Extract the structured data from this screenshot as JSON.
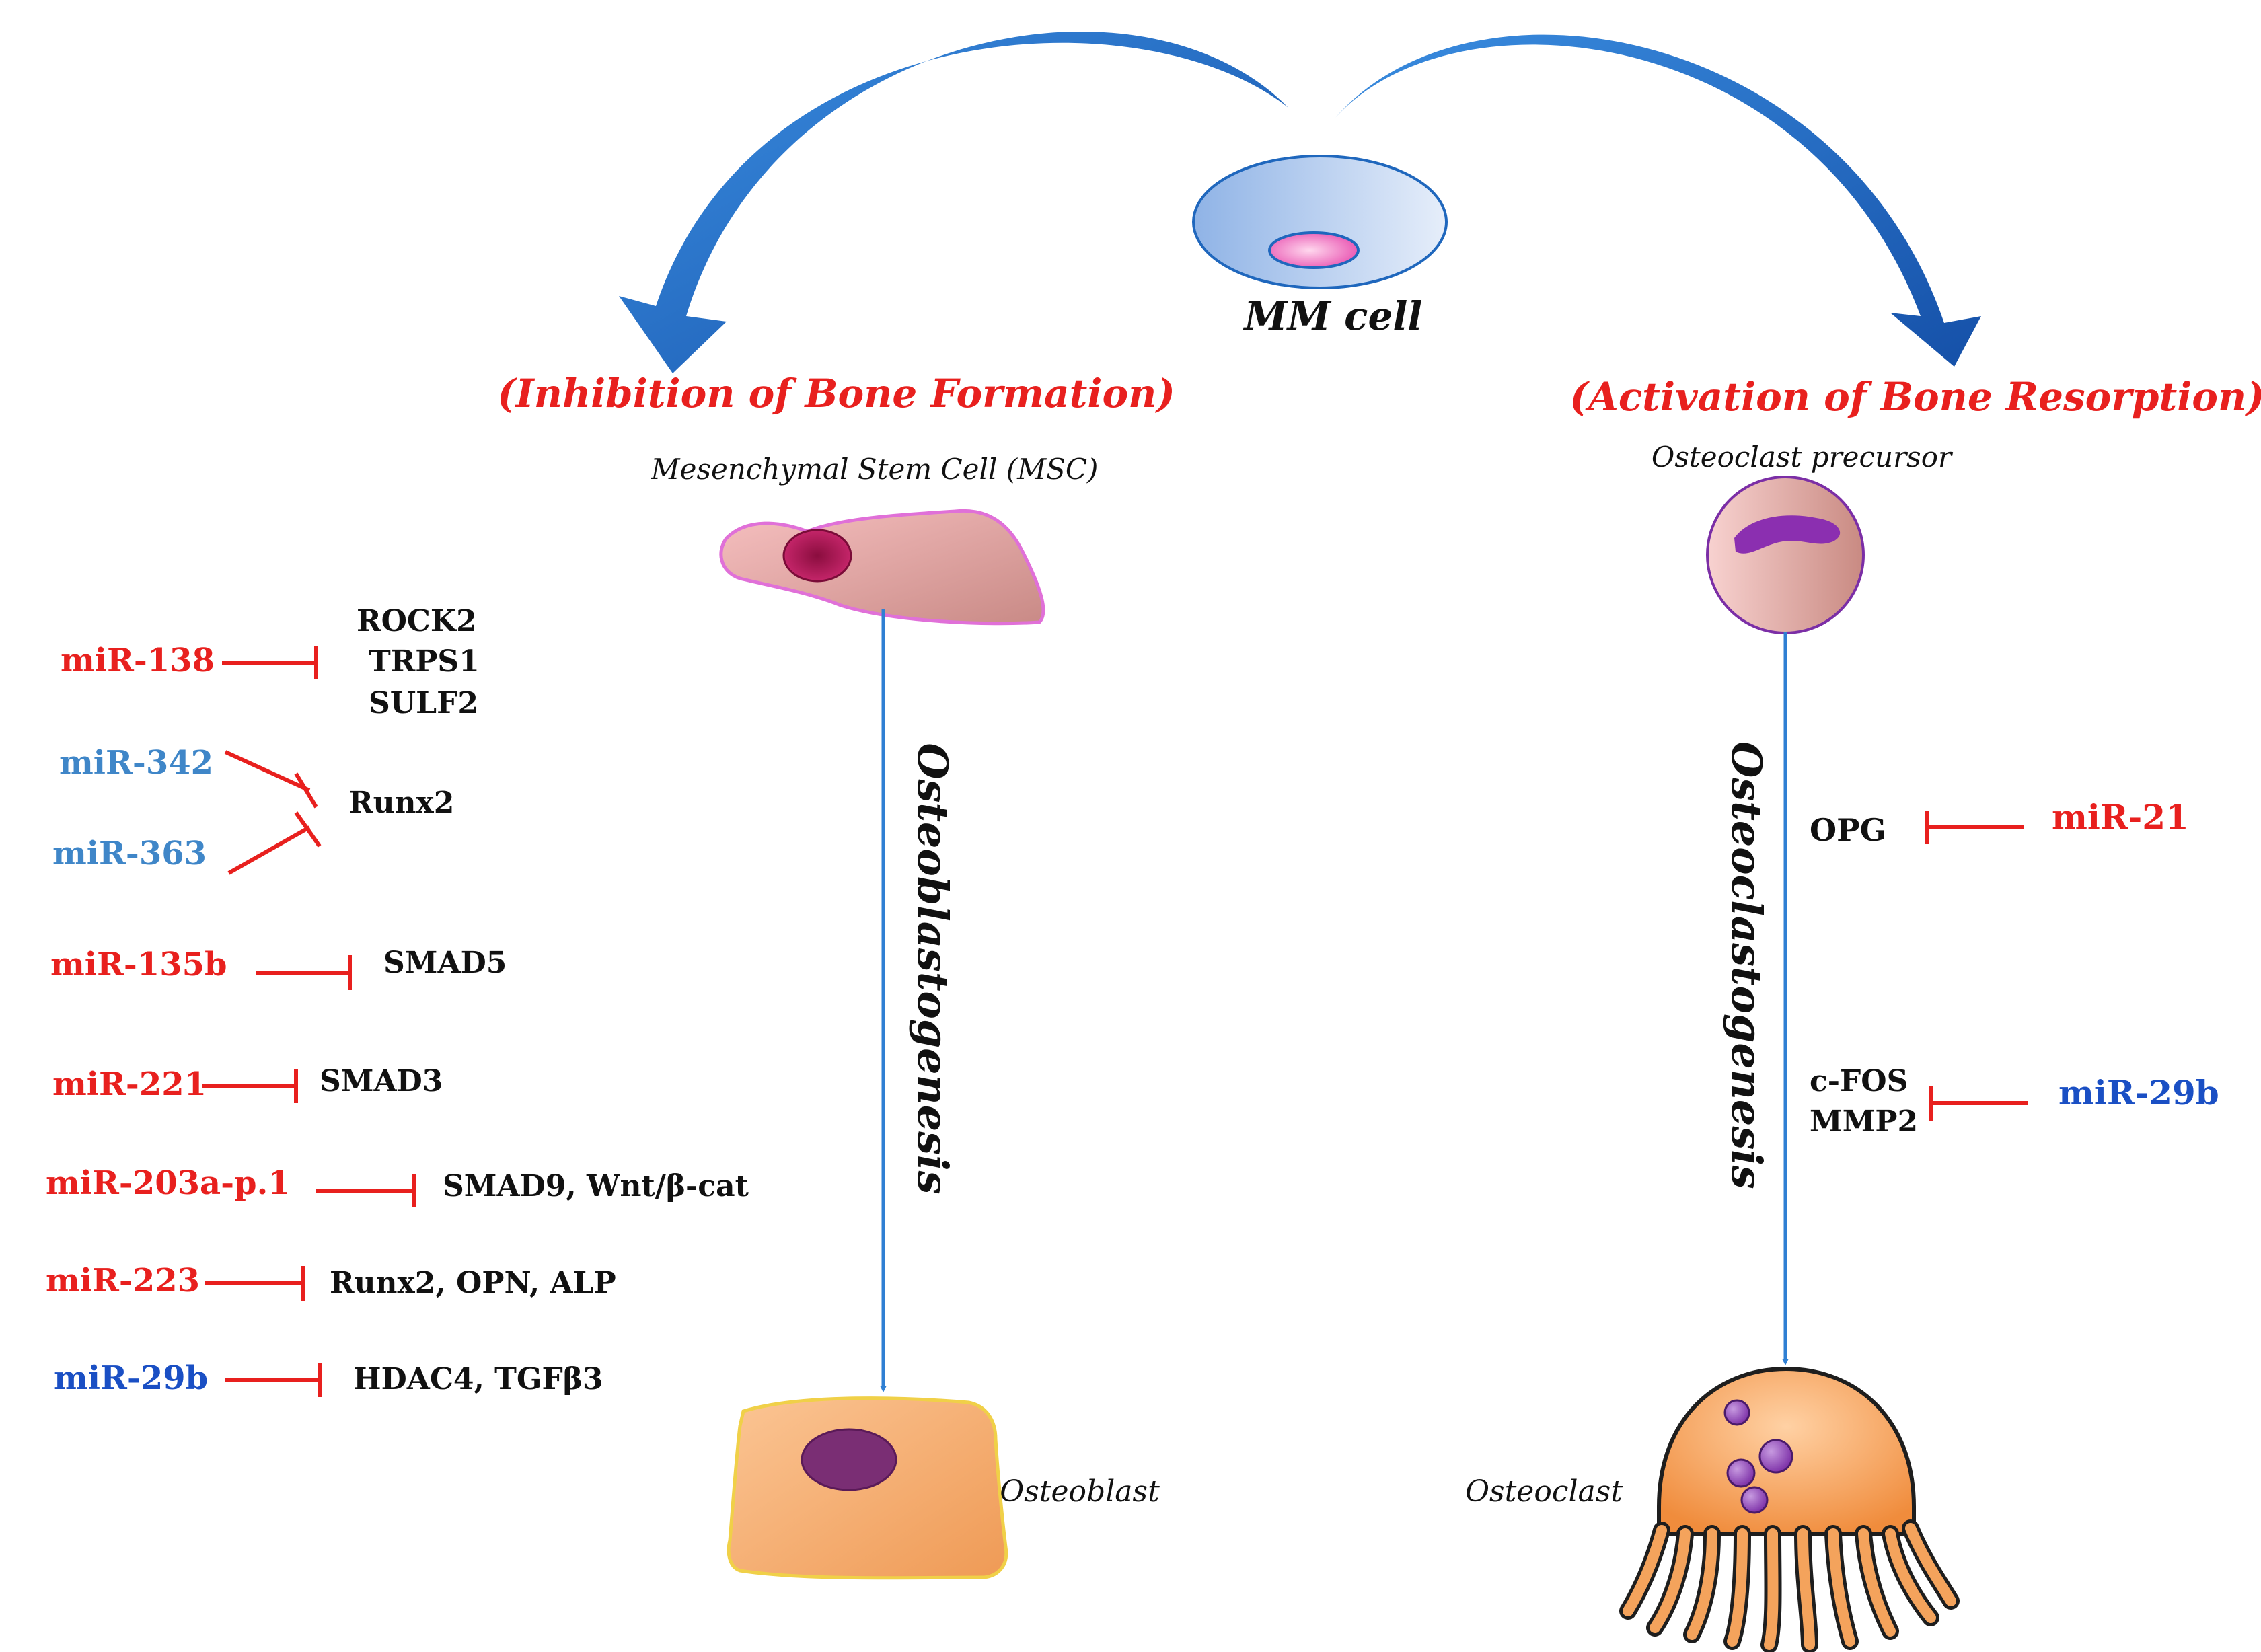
{
  "top": {
    "mm_cell_label": "MM cell"
  },
  "left": {
    "heading": "(Inhibition of Bone Formation)",
    "msc_label": "Mesenchymal Stem Cell  (MSC)",
    "process_label": "Osteoblastogenesis",
    "target_cell_label": "Osteoblast",
    "rows": [
      {
        "mirna": "miR-138",
        "color": "#e8201e",
        "targets": [
          "ROCK2",
          "TRPS1",
          "SULF2"
        ]
      },
      {
        "mirna": "miR-342",
        "color": "#3f86c8",
        "targets": [
          "Runx2"
        ]
      },
      {
        "mirna": "miR-363",
        "color": "#3f86c8",
        "targets": []
      },
      {
        "mirna": "miR-135b",
        "color": "#e8201e",
        "targets": [
          "SMAD5"
        ]
      },
      {
        "mirna": "miR-221",
        "color": "#e8201e",
        "targets": [
          "SMAD3"
        ]
      },
      {
        "mirna": "miR-203a-p.1",
        "color": "#e8201e",
        "targets": [
          "SMAD9, Wnt/β-cat"
        ]
      },
      {
        "mirna": "miR-223",
        "color": "#e8201e",
        "targets": [
          "Runx2, OPN, ALP"
        ]
      },
      {
        "mirna": "miR-29b",
        "color": "#1a4fc4",
        "targets": [
          "HDAC4, TGFβ3"
        ]
      }
    ]
  },
  "right": {
    "heading": "(Activation of Bone Resorption)",
    "precursor_label": "Osteoclast precursor",
    "process_label": "Osteoclastogenesis",
    "target_cell_label": "Osteoclast",
    "rows": [
      {
        "mirna": "miR-21",
        "color": "#e8201e",
        "targets": [
          "OPG"
        ]
      },
      {
        "mirna": "miR-29b",
        "color": "#1a4fc4",
        "targets": [
          "c-FOS",
          "MMP2"
        ]
      }
    ]
  },
  "colors": {
    "heading_red": "#e8201e",
    "inhibit_line": "#e8201e",
    "arrow_blue": "#2f7fd3",
    "curved_arrow_blue": "#1f67bd"
  }
}
